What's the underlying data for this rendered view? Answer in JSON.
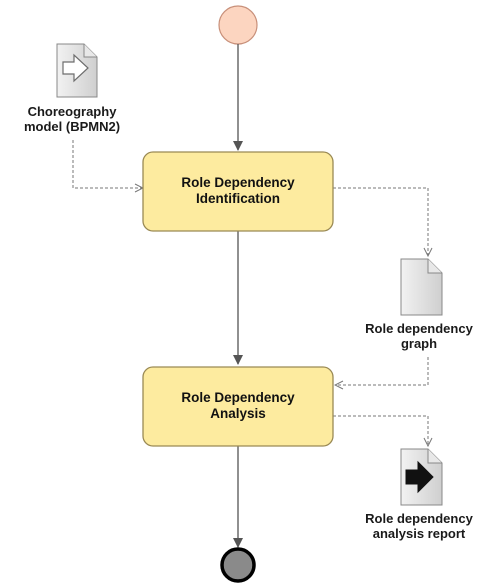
{
  "tasks": {
    "identification": {
      "line1": "Role Dependency",
      "line2": "Identification"
    },
    "analysis": {
      "line1": "Role Dependency",
      "line2": "Analysis"
    }
  },
  "artifacts": {
    "choreography": {
      "line1": "Choreography",
      "line2": "model (BPMN2)",
      "icon": "input-document-icon"
    },
    "graph": {
      "line1": "Role dependency",
      "line2": "graph",
      "icon": "document-icon"
    },
    "report": {
      "line1": "Role dependency",
      "line2": "analysis report",
      "icon": "output-document-icon"
    }
  },
  "colors": {
    "start_fill": "#fcd5c0",
    "start_stroke": "#c8907a",
    "task_fill": "#fdeb9f",
    "task_stroke": "#9a8a55",
    "flow": "#555555",
    "association": "#777777",
    "end_fill": "#8a8a8a",
    "end_stroke": "#000000"
  }
}
